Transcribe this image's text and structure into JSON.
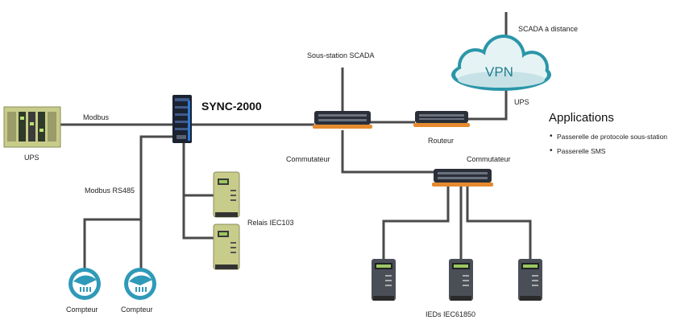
{
  "diagram": {
    "title": "SYNC-2000",
    "labels": {
      "ups_left": "UPS",
      "modbus": "Modbus",
      "modbus_rs485": "Modbus RS485",
      "relais": "Relais IEC103",
      "compteur_1": "Compteur",
      "compteur_2": "Compteur",
      "sous_station": "Sous-station SCADA",
      "commutateur_1": "Commutateur",
      "routeur": "Routeur",
      "vpn": "VPN",
      "ups_right": "UPS",
      "scada_distance": "SCADA à distance",
      "commutateur_2": "Commutateur",
      "ieds": "IEDs IEC61850"
    },
    "applications": {
      "heading": "Applications",
      "items": [
        "Passerelle de protocole sous-station",
        "Passerelle SMS"
      ]
    }
  },
  "colors": {
    "line": "#4a4a4a",
    "cloud": "#2a96a8",
    "switch_base": "#e58a2e",
    "ups_green": "#c8cc8a"
  }
}
